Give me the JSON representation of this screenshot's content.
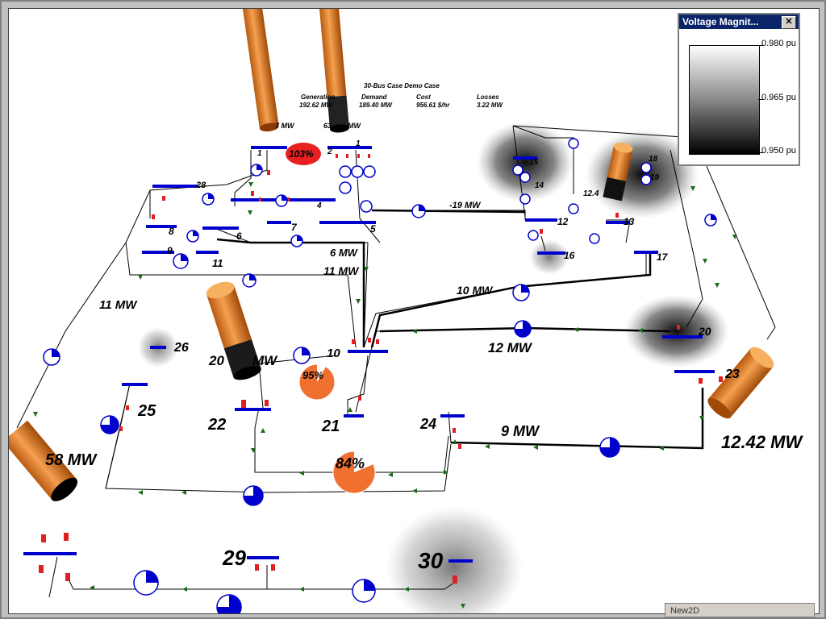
{
  "case": {
    "title": "30-Bus Case Demo Case",
    "headers": [
      "Generation",
      "Demand",
      "Cost",
      "Losses"
    ],
    "values": [
      "192.62 MW",
      "189.40 MW",
      "956.61 $/hr",
      "3.22 MW"
    ]
  },
  "legend": {
    "title": "Voltage Magnit...",
    "close": "✕",
    "ticks": [
      "0.980 pu",
      "0.965 pu",
      "0.950 pu"
    ]
  },
  "buses": {
    "b1": "1",
    "b2": "2",
    "b4": "4",
    "b5": "5",
    "b6": "6",
    "b7": "7",
    "b8": "8",
    "b9": "9",
    "b10": "10",
    "b11": "11",
    "b12": "12",
    "b13": "13",
    "b14": "14",
    "b15": "15",
    "b16": "16",
    "b17": "17",
    "b18": "18",
    "b19": "19",
    "b20": "20",
    "b21": "21",
    "b22": "22",
    "b23": "23",
    "b24": "24",
    "b25": "25",
    "b26": "26",
    "b28": "28",
    "b29": "29",
    "b30": "30"
  },
  "flows": {
    "f1": "-19 MW",
    "f2": "6 MW",
    "f3": "11 MW",
    "f4": "11 MW",
    "f5": "10 MW",
    "f6": "12 MW",
    "f7": "9 MW"
  },
  "gens": {
    "g1": "7 MW",
    "g2": "63",
    "g3": "MW",
    "g4": "12.4",
    "g5": "20",
    "g6": "MW",
    "g7": "58 MW",
    "g8": "12.42 MW"
  },
  "loadings": {
    "l1": "103%",
    "l2": "95%",
    "l3": "84%"
  },
  "status": {
    "tab": "New2D"
  }
}
